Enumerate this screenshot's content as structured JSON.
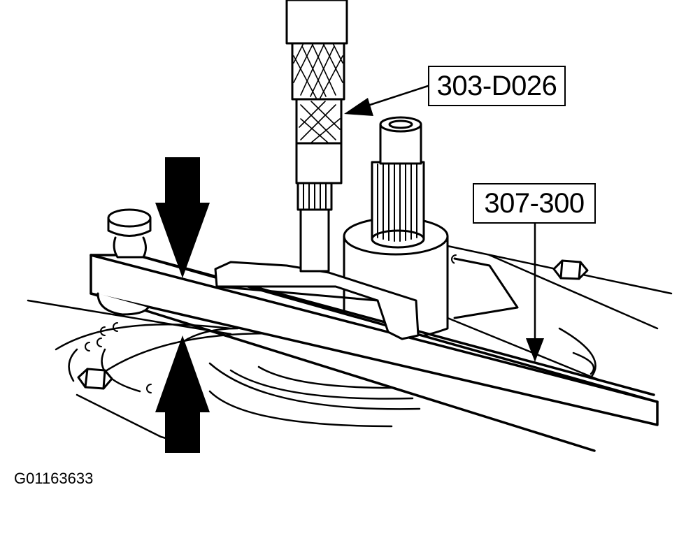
{
  "callouts": {
    "tool_a": "303-D026",
    "tool_b": "307-300"
  },
  "figure_id": "G01163633",
  "colors": {
    "ink": "#000000",
    "paper": "#ffffff"
  }
}
